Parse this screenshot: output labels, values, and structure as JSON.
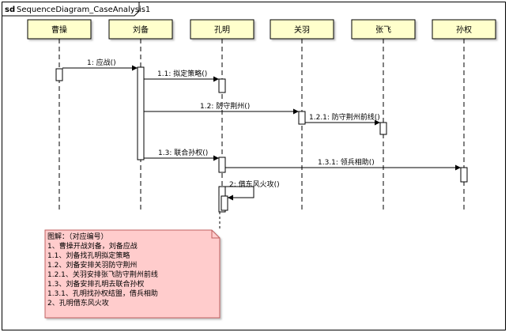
{
  "frame": {
    "keyword": "sd",
    "name": "SequenceDiagram_CaseAnalysis1"
  },
  "lifelines": [
    {
      "id": "caocao",
      "name": "曹操"
    },
    {
      "id": "liubei",
      "name": "刘备"
    },
    {
      "id": "kongming",
      "name": "孔明"
    },
    {
      "id": "guanyu",
      "name": "关羽"
    },
    {
      "id": "zhangfei",
      "name": "张飞"
    },
    {
      "id": "sunquan",
      "name": "孙权"
    }
  ],
  "messages": [
    {
      "id": "m1",
      "label": "1: 应战()",
      "from": "caocao",
      "to": "liubei"
    },
    {
      "id": "m1_1",
      "label": "1.1: 拟定策略()",
      "from": "liubei",
      "to": "kongming"
    },
    {
      "id": "m1_2",
      "label": "1.2: 防守荆州()",
      "from": "liubei",
      "to": "guanyu"
    },
    {
      "id": "m1_2_1",
      "label": "1.2.1: 防守荆州前线()",
      "from": "guanyu",
      "to": "zhangfei"
    },
    {
      "id": "m1_3",
      "label": "1.3: 联合孙权()",
      "from": "liubei",
      "to": "kongming"
    },
    {
      "id": "m1_3_1",
      "label": "1.3.1: 领兵相助()",
      "from": "kongming",
      "to": "sunquan"
    },
    {
      "id": "m2",
      "label": "2: 借东风火攻()",
      "from": "kongming",
      "to": "kongming"
    }
  ],
  "note": {
    "lines": [
      "图解：（对应编号）",
      "1、曹操开战刘备，刘备应战",
      "1.1、刘备找孔明拟定策略",
      "1.2、刘备安排关羽防守荆州",
      "1.2.1、关羽安排张飞防守荆州前线",
      "1.3、刘备安排孔明去联合孙权",
      "1.3.1、孔明找孙权结盟，借兵相助",
      "2、孔明借东风火攻"
    ]
  },
  "colors": {
    "lifeline_box_fill": "#ffffcc",
    "note_fill": "#ffcccc",
    "note_border": "#c06060",
    "line": "#000000",
    "activation_fill": "#ffffff"
  }
}
